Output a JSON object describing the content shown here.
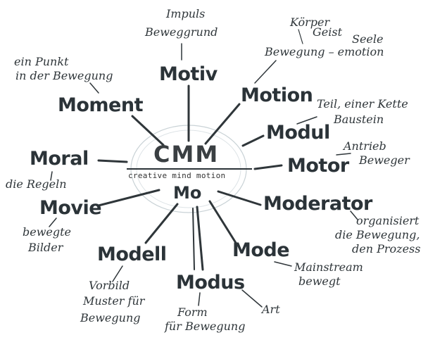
{
  "center": {
    "logo": "CMM",
    "tagline": "creative mind motion",
    "sub": "Mo"
  },
  "keywords": {
    "motiv": "Motiv",
    "motion": "Motion",
    "modul": "Modul",
    "motor": "Motor",
    "moderator": "Moderator",
    "mode": "Mode",
    "modus": "Modus",
    "modell": "Modell",
    "movie": "Movie",
    "moral": "Moral",
    "moment": "Moment"
  },
  "notes": {
    "motiv_1": "Impuls",
    "motiv_2": "Beweggrund",
    "motion_1": "Körper",
    "motion_2": "Geist",
    "motion_3": "Seele",
    "motion_4": "Bewegung – emotion",
    "modul_1": "Teil, einer Kette",
    "modul_2": "Baustein",
    "motor_1": "Antrieb",
    "motor_2": "Beweger",
    "moderator_1": "organisiert",
    "moderator_2": "die Bewegung,",
    "moderator_3": "den Prozess",
    "mode_1": "Mainstream",
    "mode_2": "bewegt",
    "modus_1": "Art",
    "modus_2": "Form",
    "modus_3": "für Bewegung",
    "modell_1": "Vorbild",
    "modell_2": "Muster für",
    "modell_3": "Bewegung",
    "movie_1": "bewegte",
    "movie_2": "Bilder",
    "moral_1": "die Regeln",
    "moment_1": "ein Punkt",
    "moment_2": "in der Bewegung"
  }
}
